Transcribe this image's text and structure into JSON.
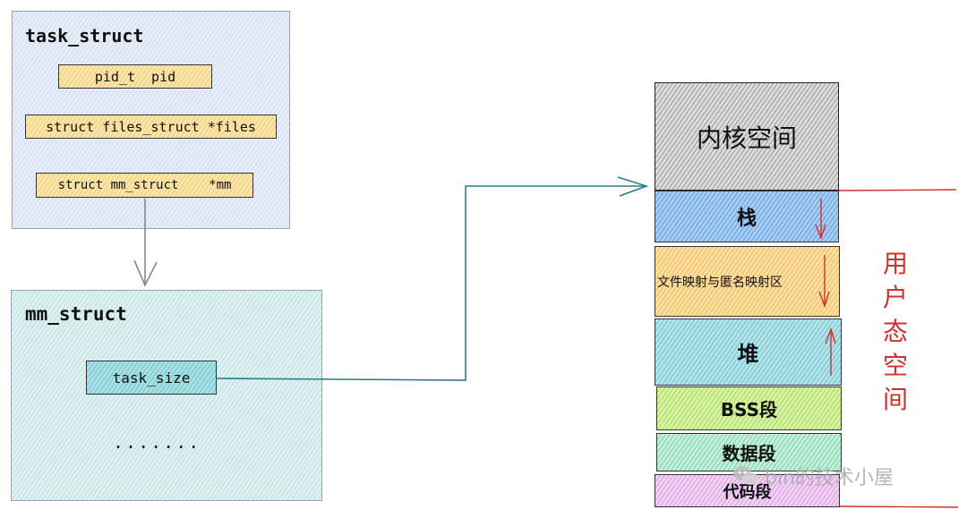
{
  "task_struct": {
    "title": "task_struct",
    "fields": [
      "pid_t  pid",
      "struct files_struct *files",
      "struct mm_struct    *mm"
    ]
  },
  "mm_struct": {
    "title": "mm_struct",
    "field": "task_size",
    "ellipsis": "......."
  },
  "memory_layout": {
    "kernel": "内核空间",
    "stack": "栈",
    "mmap": "文件映射与匿名映射区",
    "heap": "堆",
    "bss": "BSS段",
    "data": "数据段",
    "text": "代码段"
  },
  "user_space_label": [
    "用",
    "户",
    "态",
    "空",
    "间"
  ],
  "watermark": "bin的技术小屋",
  "colors": {
    "arrow": "#2a7d8c",
    "red": "#d0312d",
    "gray_arrow": "#888888"
  },
  "icons": [
    "wechat-icon"
  ]
}
